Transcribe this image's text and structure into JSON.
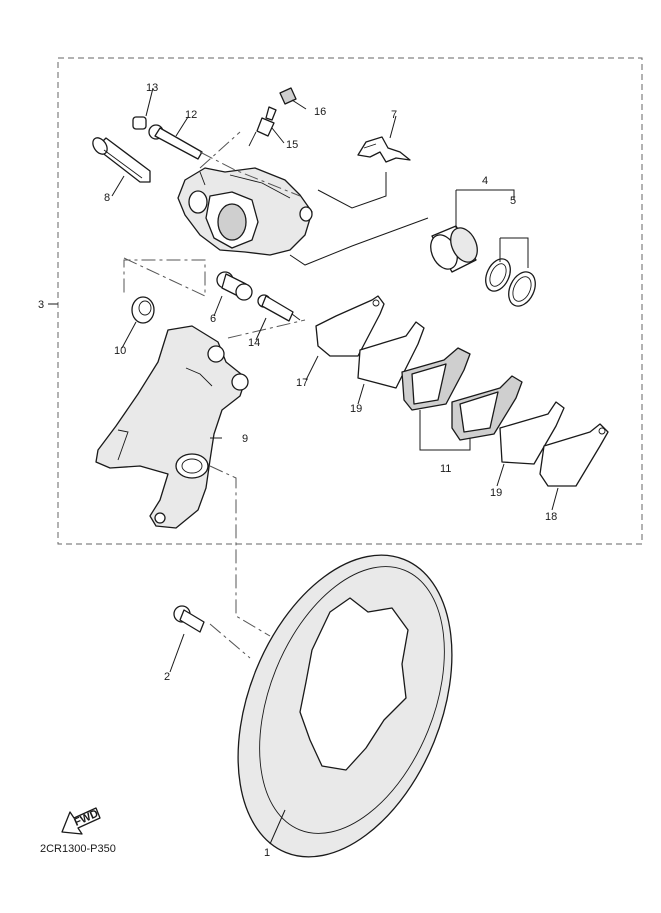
{
  "labels": {
    "p1": "1",
    "p2": "2",
    "p3": "3",
    "p4": "4",
    "p5": "5",
    "p6": "6",
    "p7": "7",
    "p8": "8",
    "p9": "9",
    "p10": "10",
    "p11": "11",
    "p12": "12",
    "p13": "13",
    "p14": "14",
    "p15": "15",
    "p16": "16",
    "p17": "17",
    "p18": "18",
    "p19a": "19",
    "p19b": "19"
  },
  "fwd": "FWD",
  "code": "2CR1300-P350",
  "colors": {
    "ink": "#1a1a1a",
    "paper": "#ffffff"
  }
}
